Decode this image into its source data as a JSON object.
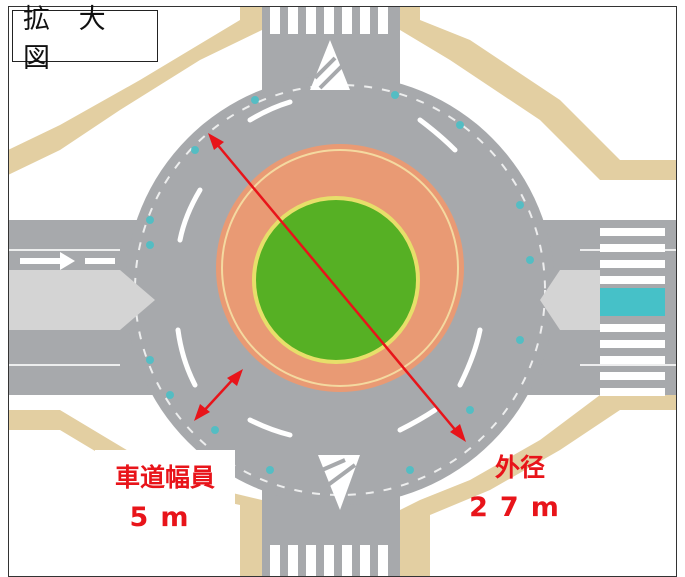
{
  "title": "拡 大 図",
  "labels": {
    "lane_width_name": "車道幅員",
    "lane_width_value": "5m",
    "outer_diameter_name": "外径",
    "outer_diameter_value": "27m"
  },
  "colors": {
    "road": "#a7a9ac",
    "sidewalk": "#e3cfa2",
    "island": "#56b024",
    "apron": "#e99a74",
    "arrow": "#e8141a",
    "crosswalk": "#ffffff",
    "teal_marking": "#46c1c8"
  }
}
